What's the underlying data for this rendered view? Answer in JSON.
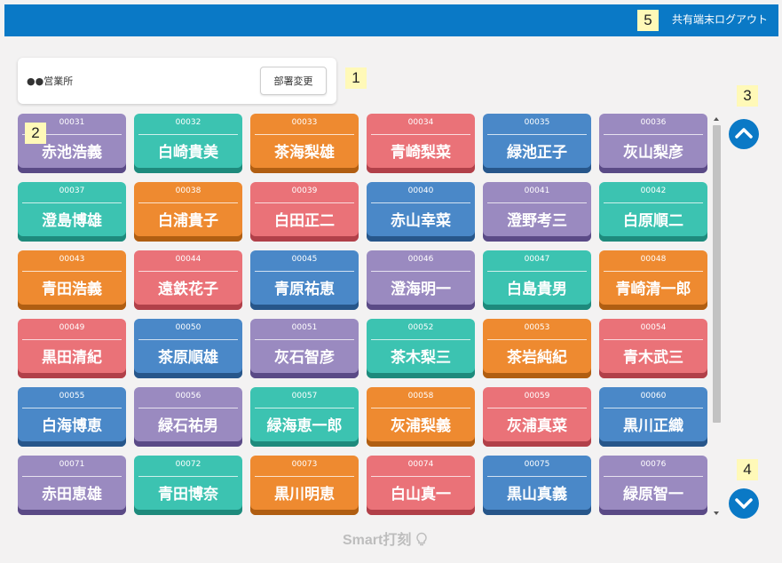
{
  "header": {
    "logout_label": "共有端末ログアウト"
  },
  "markers": [
    "1",
    "2",
    "3",
    "4",
    "5"
  ],
  "department": {
    "name": "●●営業所",
    "change_button_label": "部署変更"
  },
  "employees": [
    {
      "code": "00031",
      "name": "赤池浩義",
      "color": "purple"
    },
    {
      "code": "00032",
      "name": "白崎貴美",
      "color": "teal"
    },
    {
      "code": "00033",
      "name": "茶海梨雄",
      "color": "orange"
    },
    {
      "code": "00034",
      "name": "青崎梨菜",
      "color": "red"
    },
    {
      "code": "00035",
      "name": "緑池正子",
      "color": "blue"
    },
    {
      "code": "00036",
      "name": "灰山梨彦",
      "color": "purple"
    },
    {
      "code": "00037",
      "name": "澄島博雄",
      "color": "teal"
    },
    {
      "code": "00038",
      "name": "白浦貴子",
      "color": "orange"
    },
    {
      "code": "00039",
      "name": "白田正二",
      "color": "red"
    },
    {
      "code": "00040",
      "name": "赤山幸菜",
      "color": "blue"
    },
    {
      "code": "00041",
      "name": "澄野考三",
      "color": "purple"
    },
    {
      "code": "00042",
      "name": "白原順二",
      "color": "teal"
    },
    {
      "code": "00043",
      "name": "青田浩義",
      "color": "orange"
    },
    {
      "code": "00044",
      "name": "遠鉄花子",
      "color": "red"
    },
    {
      "code": "00045",
      "name": "青原祐恵",
      "color": "blue"
    },
    {
      "code": "00046",
      "name": "澄海明一",
      "color": "purple"
    },
    {
      "code": "00047",
      "name": "白島貴男",
      "color": "teal"
    },
    {
      "code": "00048",
      "name": "青崎清一郎",
      "color": "orange"
    },
    {
      "code": "00049",
      "name": "黒田清紀",
      "color": "red"
    },
    {
      "code": "00050",
      "name": "茶原順雄",
      "color": "blue"
    },
    {
      "code": "00051",
      "name": "灰石智彦",
      "color": "purple"
    },
    {
      "code": "00052",
      "name": "茶木梨三",
      "color": "teal"
    },
    {
      "code": "00053",
      "name": "茶岩純紀",
      "color": "orange"
    },
    {
      "code": "00054",
      "name": "青木武三",
      "color": "red"
    },
    {
      "code": "00055",
      "name": "白海博恵",
      "color": "blue"
    },
    {
      "code": "00056",
      "name": "緑石祐男",
      "color": "purple"
    },
    {
      "code": "00057",
      "name": "緑海恵一郎",
      "color": "teal"
    },
    {
      "code": "00058",
      "name": "灰浦梨義",
      "color": "orange"
    },
    {
      "code": "00059",
      "name": "灰浦真菜",
      "color": "red"
    },
    {
      "code": "00060",
      "name": "黒川正織",
      "color": "blue"
    },
    {
      "code": "00071",
      "name": "赤田恵雄",
      "color": "purple"
    },
    {
      "code": "00072",
      "name": "青田博奈",
      "color": "teal"
    },
    {
      "code": "00073",
      "name": "黒川明恵",
      "color": "orange"
    },
    {
      "code": "00074",
      "name": "白山真一",
      "color": "red"
    },
    {
      "code": "00075",
      "name": "黒山真義",
      "color": "blue"
    },
    {
      "code": "00076",
      "name": "緑原智一",
      "color": "purple"
    }
  ],
  "nav": {
    "scroll_up_icon": "chevron-up-icon",
    "scroll_down_icon": "chevron-down-icon",
    "accent_color": "#0a79c6"
  },
  "footer": {
    "brand_label": "Smart打刻"
  }
}
